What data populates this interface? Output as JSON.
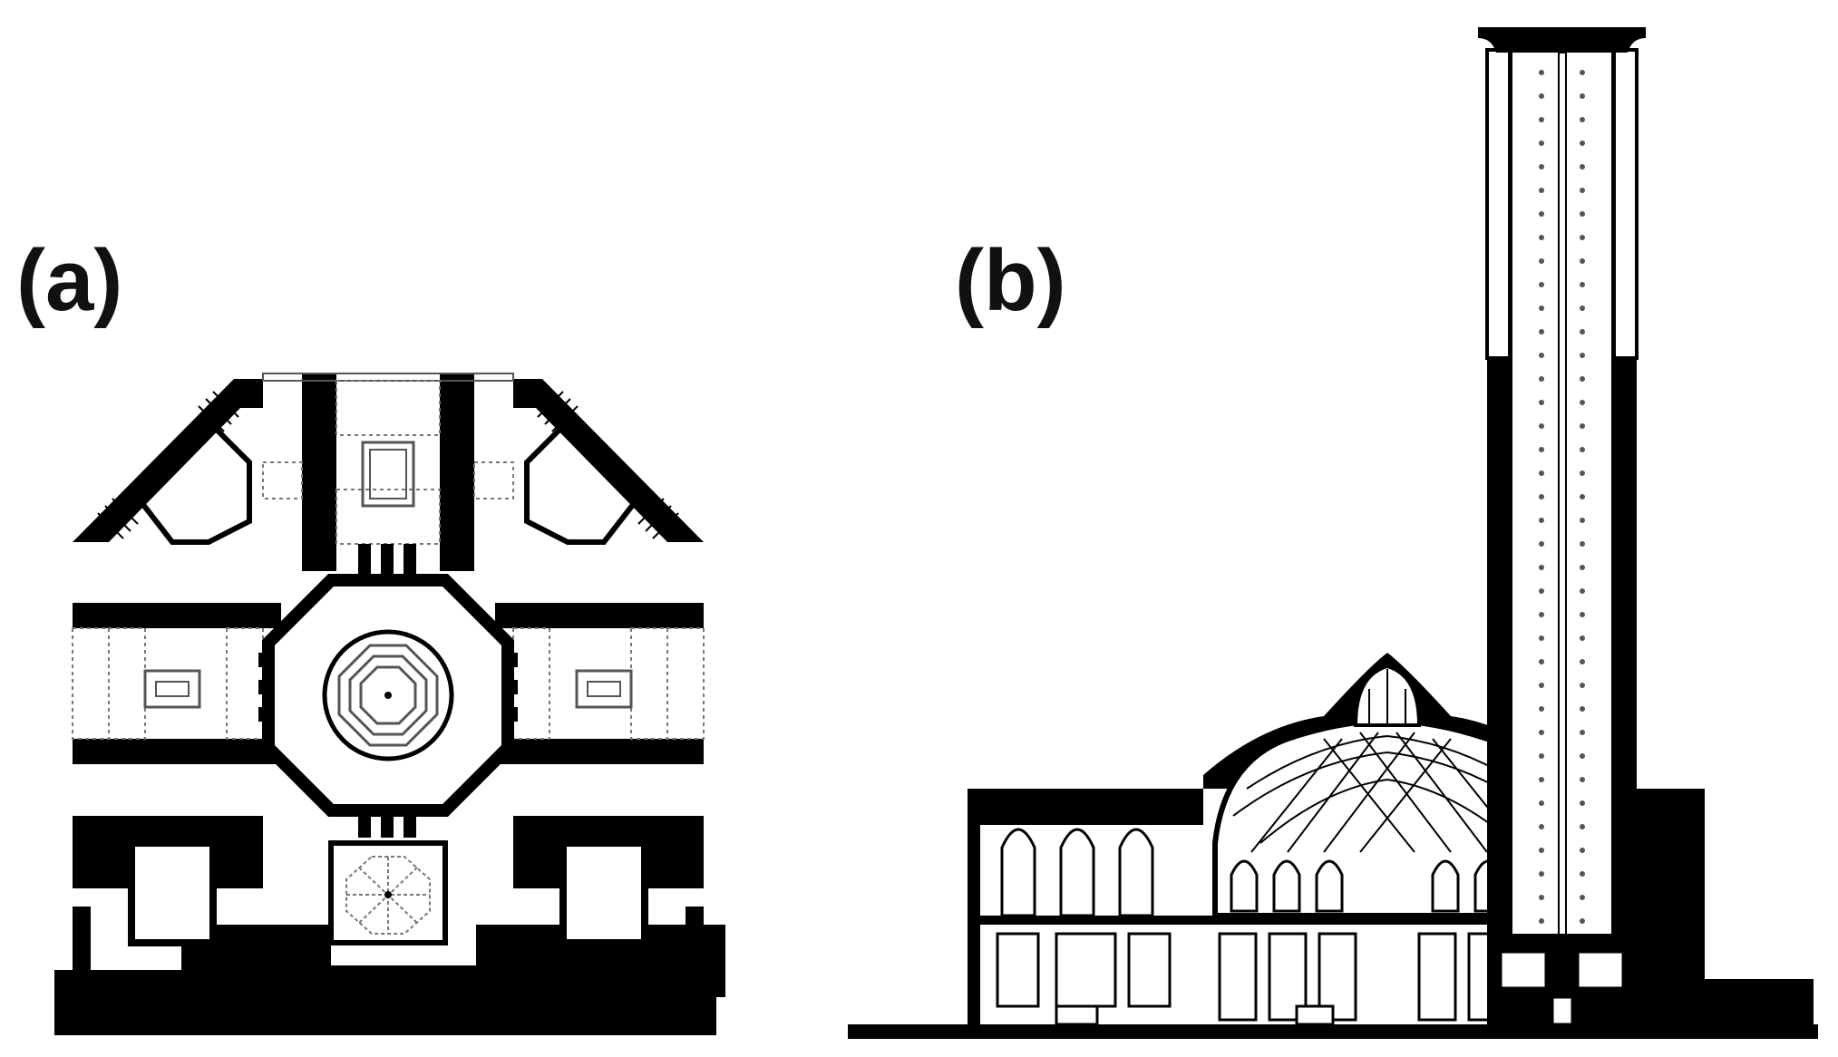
{
  "panels": [
    {
      "id": "a",
      "label": "(a)"
    },
    {
      "id": "b",
      "label": "(b)"
    }
  ],
  "colors": {
    "ink": "#000000",
    "paper": "#ffffff",
    "line": "#555555",
    "dash": "#777777"
  }
}
